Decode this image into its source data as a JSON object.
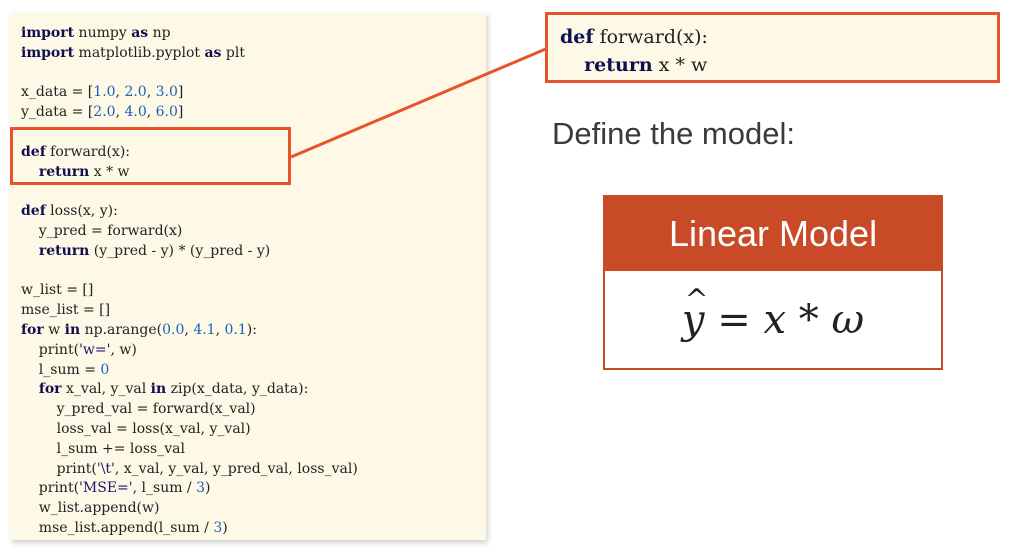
{
  "code_panel": {
    "lines": [
      [
        {
          "t": "import",
          "c": "kw"
        },
        {
          "t": " numpy "
        },
        {
          "t": "as",
          "c": "kw"
        },
        {
          "t": " np"
        }
      ],
      [
        {
          "t": "import",
          "c": "kw"
        },
        {
          "t": " matplotlib.pyplot "
        },
        {
          "t": "as",
          "c": "kw"
        },
        {
          "t": " plt"
        }
      ],
      [],
      [
        {
          "t": "x_data = ["
        },
        {
          "t": "1.0",
          "c": "num"
        },
        {
          "t": ", "
        },
        {
          "t": "2.0",
          "c": "num"
        },
        {
          "t": ", "
        },
        {
          "t": "3.0",
          "c": "num"
        },
        {
          "t": "]"
        }
      ],
      [
        {
          "t": "y_data = ["
        },
        {
          "t": "2.0",
          "c": "num"
        },
        {
          "t": ", "
        },
        {
          "t": "4.0",
          "c": "num"
        },
        {
          "t": ", "
        },
        {
          "t": "6.0",
          "c": "num"
        },
        {
          "t": "]"
        }
      ],
      [],
      [
        {
          "t": "def",
          "c": "kw"
        },
        {
          "t": " forward(x):"
        }
      ],
      [
        {
          "t": "    "
        },
        {
          "t": "return",
          "c": "kw"
        },
        {
          "t": " x * w"
        }
      ],
      [],
      [
        {
          "t": "def",
          "c": "kw"
        },
        {
          "t": " loss(x, y):"
        }
      ],
      [
        {
          "t": "    y_pred = forward(x)"
        }
      ],
      [
        {
          "t": "    "
        },
        {
          "t": "return",
          "c": "kw"
        },
        {
          "t": " (y_pred - y) * (y_pred - y)"
        }
      ],
      [],
      [
        {
          "t": "w_list = []"
        }
      ],
      [
        {
          "t": "mse_list = []"
        }
      ],
      [
        {
          "t": "for",
          "c": "kw"
        },
        {
          "t": " w "
        },
        {
          "t": "in",
          "c": "kw"
        },
        {
          "t": " np.arange("
        },
        {
          "t": "0.0",
          "c": "num"
        },
        {
          "t": ", "
        },
        {
          "t": "4.1",
          "c": "num"
        },
        {
          "t": ", "
        },
        {
          "t": "0.1",
          "c": "num"
        },
        {
          "t": "):"
        }
      ],
      [
        {
          "t": "    print("
        },
        {
          "t": "'w='",
          "c": "str"
        },
        {
          "t": ", w)"
        }
      ],
      [
        {
          "t": "    l_sum = "
        },
        {
          "t": "0",
          "c": "num"
        }
      ],
      [
        {
          "t": "    "
        },
        {
          "t": "for",
          "c": "kw"
        },
        {
          "t": " x_val, y_val "
        },
        {
          "t": "in",
          "c": "kw"
        },
        {
          "t": " zip(x_data, y_data):"
        }
      ],
      [
        {
          "t": "        y_pred_val = forward(x_val)"
        }
      ],
      [
        {
          "t": "        loss_val = loss(x_val, y_val)"
        }
      ],
      [
        {
          "t": "        l_sum += loss_val"
        }
      ],
      [
        {
          "t": "        print("
        },
        {
          "t": "'\\t'",
          "c": "str"
        },
        {
          "t": ", x_val, y_val, y_pred_val, loss_val)"
        }
      ],
      [
        {
          "t": "    print("
        },
        {
          "t": "'MSE='",
          "c": "str"
        },
        {
          "t": ", l_sum / "
        },
        {
          "t": "3",
          "c": "num"
        },
        {
          "t": ")"
        }
      ],
      [
        {
          "t": "    w_list.append(w)"
        }
      ],
      [
        {
          "t": "    mse_list.append(l_sum / "
        },
        {
          "t": "3",
          "c": "num"
        },
        {
          "t": ")"
        }
      ]
    ]
  },
  "callout": {
    "lines": [
      [
        {
          "t": "def",
          "c": "kw"
        },
        {
          "t": " forward(x):"
        }
      ],
      [
        {
          "t": "    "
        },
        {
          "t": "return",
          "c": "kw"
        },
        {
          "t": " x * w"
        }
      ]
    ]
  },
  "define_label": "Define the model:",
  "model_card": {
    "title": "Linear Model",
    "formula_rest": " = x * ω",
    "formula_lhs": "y"
  },
  "colors": {
    "accent": "#e8532b",
    "card_header": "#c94a26",
    "code_bg": "#fdf9e6",
    "keyword": "#101050",
    "number": "#1a5fbf"
  }
}
